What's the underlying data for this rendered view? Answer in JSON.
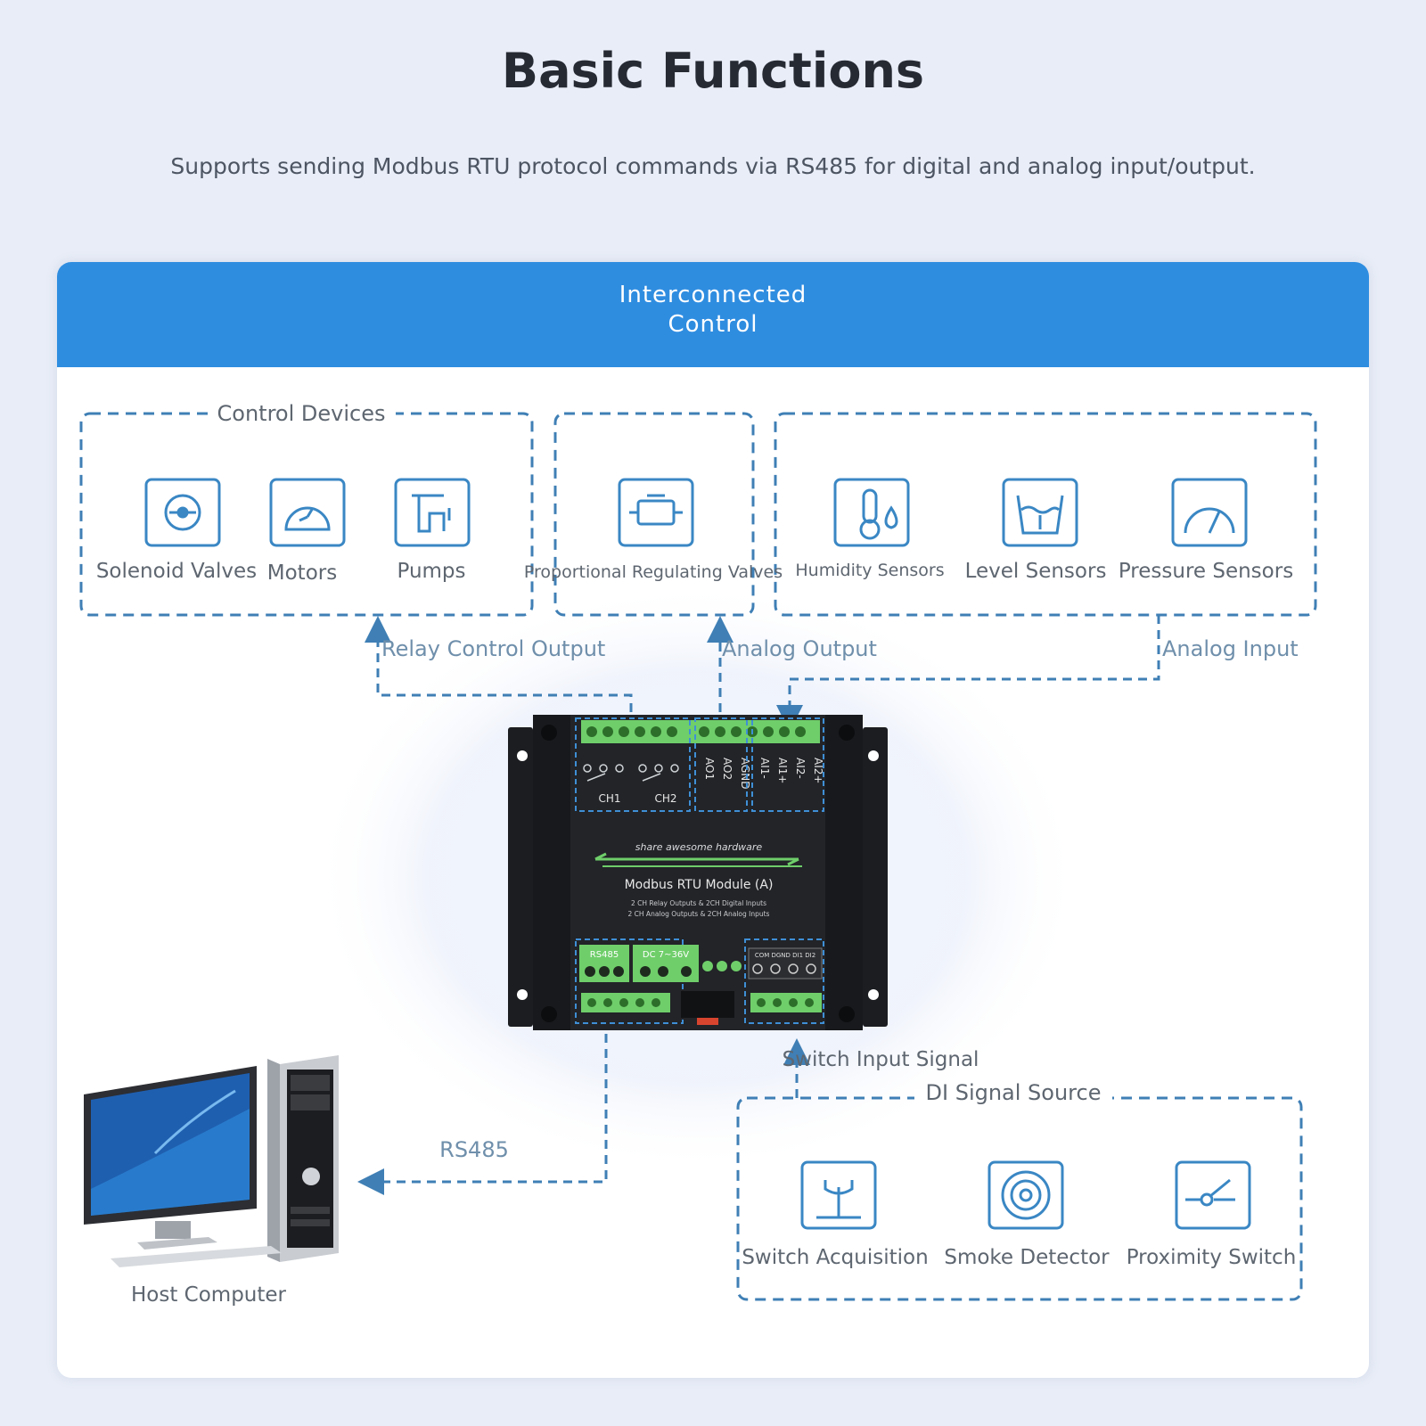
{
  "header": {
    "title": "Basic Functions",
    "subtitle": "Supports sending Modbus RTU protocol commands via RS485 for digital and analog input/output."
  },
  "banner": {
    "line1": "Interconnected",
    "line2": "Control"
  },
  "groups": {
    "control_devices": "Control Devices",
    "di_signal_source": "DI Signal Source"
  },
  "devices": {
    "solenoid_valves": "Solenoid Valves",
    "motors": "Motors",
    "pumps": "Pumps",
    "proportional_valves": "Proportional Regulating Valves",
    "humidity_sensors": "Humidity Sensors",
    "level_sensors": "Level Sensors",
    "pressure_sensors": "Pressure Sensors",
    "switch_acquisition": "Switch Acquisition",
    "smoke_detector": "Smoke Detector",
    "proximity_switch": "Proximity Switch",
    "host_computer": "Host Computer"
  },
  "links": {
    "relay_control_output": "Relay Control Output",
    "analog_output": "Analog Output",
    "analog_input": "Analog Input",
    "switch_input_signal": "Switch Input Signal",
    "rs485": "RS485"
  },
  "module": {
    "brand": "share awesome hardware",
    "name": "Modbus RTU Module (A)",
    "desc1": "2 CH Relay Outputs & 2CH Digital Inputs",
    "desc2": "2 CH Analog Outputs & 2CH Analog Inputs",
    "ch1": "CH1",
    "ch2": "CH2",
    "pins_top": [
      "AO1",
      "AO2",
      "AGND",
      "AI1-",
      "AI1+",
      "AI2-",
      "AI2+"
    ],
    "rs485_label": "RS485",
    "power_label": "DC 7~36V",
    "di_pins": "COM DGND DI1 DI2"
  },
  "colors": {
    "accent": "#2f8de0",
    "dashed_line": "#3f7fb5",
    "icon_border": "#3a87c4",
    "terminal_green": "#6fce6a",
    "background": "#e8edf7"
  }
}
